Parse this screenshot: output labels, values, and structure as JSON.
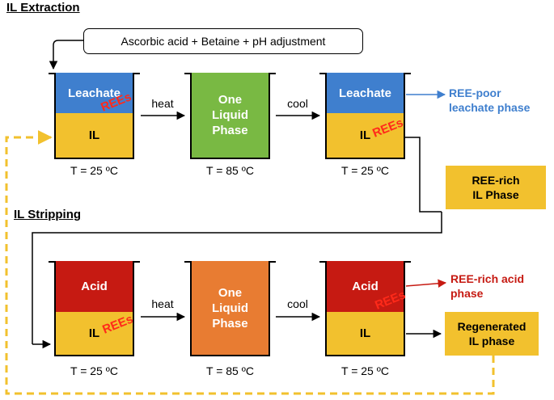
{
  "colors": {
    "blue": "#3f7fce",
    "gold": "#f2c12e",
    "green": "#79b943",
    "orange": "#e87c32",
    "red": "#c61a12",
    "rees_red": "#ff2a1a",
    "dash_gold": "#f2c12e"
  },
  "extraction": {
    "title": "IL Extraction",
    "additive": "Ascorbic acid + Betaine + pH adjustment",
    "beaker1": {
      "top": "Leachate",
      "bottom": "IL",
      "temp": "T = 25 ºC"
    },
    "step1": "heat",
    "beaker2": {
      "line1": "One",
      "line2": "Liquid",
      "line3": "Phase",
      "temp": "T = 85 ºC"
    },
    "step2": "cool",
    "beaker3": {
      "top": "Leachate",
      "bottom": "IL",
      "temp": "T = 25 ºC"
    },
    "rees": "REEs",
    "output": {
      "line1": "REE-poor",
      "line2": "leachate phase"
    }
  },
  "transfer": {
    "line1": "REE-rich",
    "line2": "IL Phase"
  },
  "stripping": {
    "title": "IL Stripping",
    "beaker1": {
      "top": "Acid",
      "bottom": "IL",
      "temp": "T = 25 ºC"
    },
    "step1": "heat",
    "beaker2": {
      "line1": "One",
      "line2": "Liquid",
      "line3": "Phase",
      "temp": "T = 85 ºC"
    },
    "step2": "cool",
    "beaker3": {
      "top": "Acid",
      "bottom": "IL",
      "temp": "T = 25 ºC"
    },
    "rees": "REEs",
    "output_acid": {
      "line1": "REE-rich acid",
      "line2": "phase"
    },
    "output_il": {
      "line1": "Regenerated",
      "line2": "IL phase"
    }
  }
}
